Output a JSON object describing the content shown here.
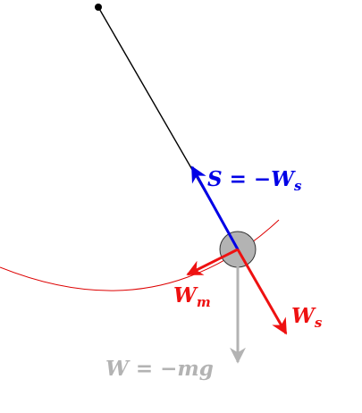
{
  "colors": {
    "string": "#000000",
    "pivot": "#000000",
    "arc": "#dd0000",
    "bob_fill": "#b3b3b3",
    "bob_stroke": "#333333",
    "tension": "#0000e6",
    "components": "#ee1111",
    "weight": "#b3b3b3"
  },
  "labels": {
    "tension": "S = −Ws",
    "tension_main": "S = −W",
    "tension_sub": "s",
    "ws_main": "W",
    "ws_sub": "s",
    "wm_main": "W",
    "wm_sub": "m",
    "weight": "W = −mg"
  }
}
